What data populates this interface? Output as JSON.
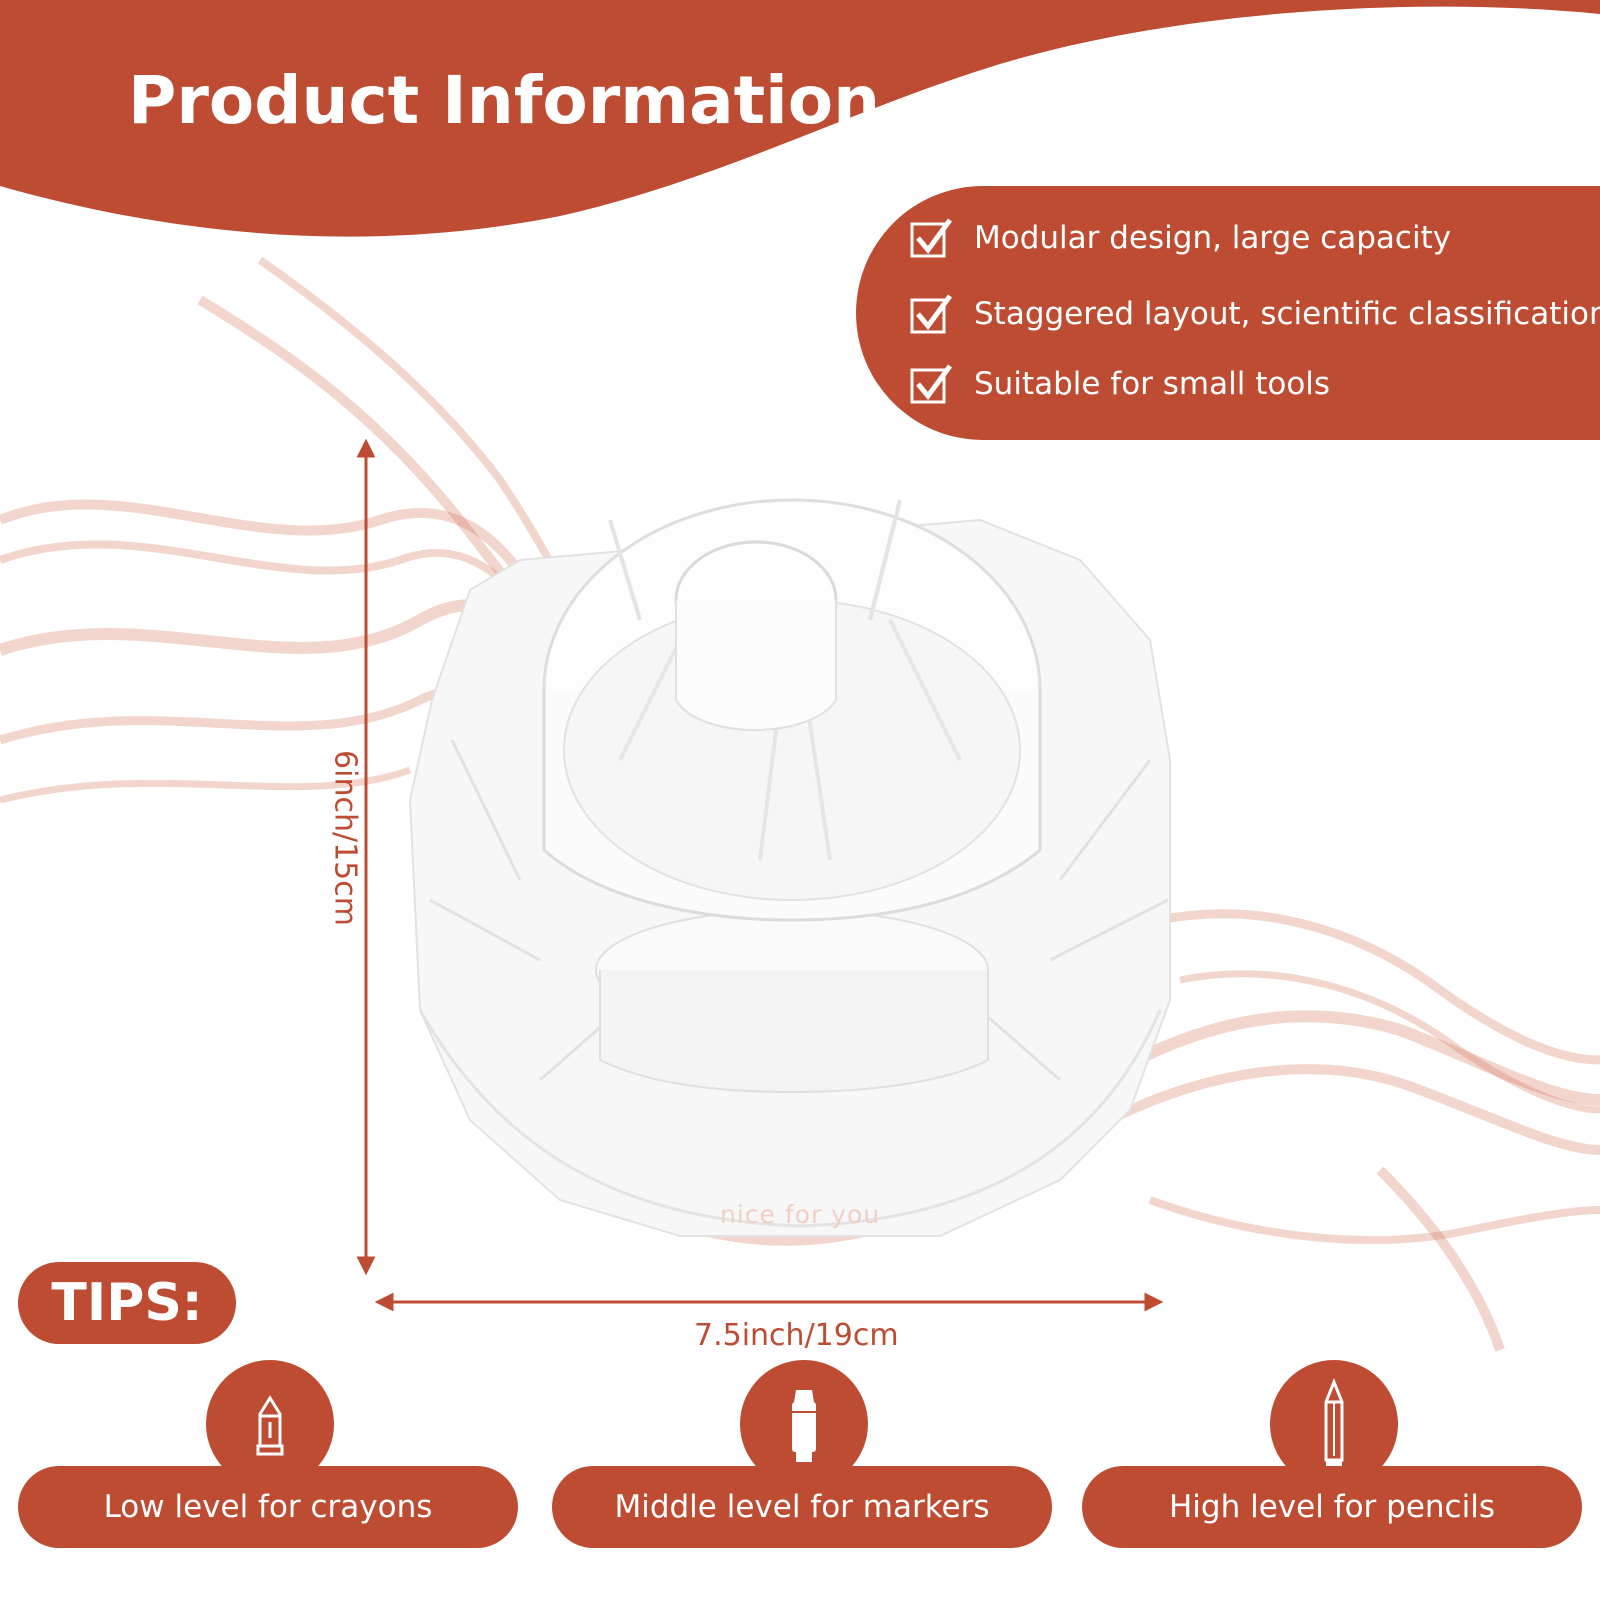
{
  "title": "Product Information",
  "features": [
    {
      "label": "Modular design, large capacity",
      "icon": "checkbox-check-icon"
    },
    {
      "label": "Staggered layout, scientific classification",
      "icon": "checkbox-check-icon"
    },
    {
      "label": "Suitable for small tools",
      "icon": "checkbox-check-icon"
    }
  ],
  "product": {
    "brand_text": "nice for you",
    "height_label": "6inch/15cm",
    "width_label": "7.5inch/19cm"
  },
  "tips": {
    "badge": "TIPS:",
    "items": [
      {
        "label": "Low level for crayons",
        "icon": "crayon-icon"
      },
      {
        "label": "Middle level for markers",
        "icon": "marker-icon"
      },
      {
        "label": "High level for pencils",
        "icon": "pencil-icon"
      }
    ]
  },
  "colors": {
    "accent": "#bd4c33",
    "background": "#ffffff",
    "text_on_accent": "#ffffff"
  }
}
